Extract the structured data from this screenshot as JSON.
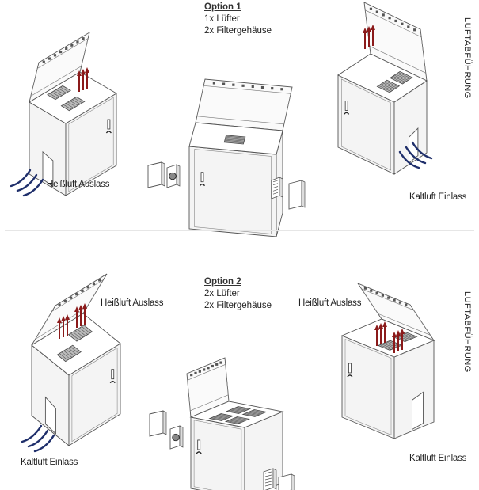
{
  "option1": {
    "title": "Option 1",
    "lines": [
      "1x Lüfter",
      "2x Filtergehäuse"
    ]
  },
  "option2": {
    "title": "Option 2",
    "lines": [
      "2x Lüfter",
      "2x Filtergehäuse"
    ]
  },
  "labels": {
    "hot_outlet": "Heißluft Auslass",
    "cold_inlet": "Kaltluft Einlass",
    "side_title": "LUFTABFÜHRUNG"
  },
  "colors": {
    "hot_arrow": "#8b1a1a",
    "cold_arrow": "#1f2f6b",
    "line": "#555555"
  }
}
